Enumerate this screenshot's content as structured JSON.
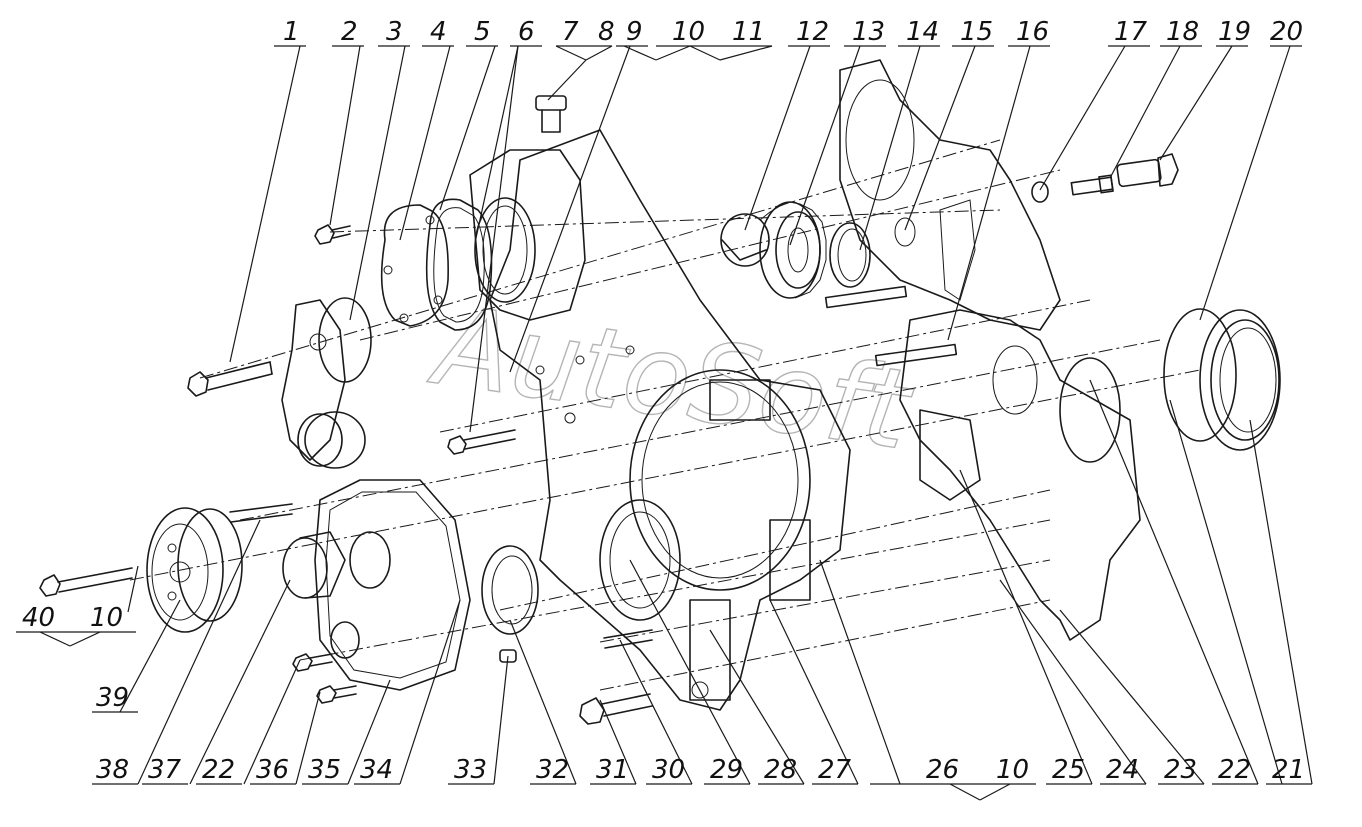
{
  "watermark": "AutoSoft",
  "callouts_top": [
    "1",
    "2",
    "3",
    "4",
    "5",
    "6",
    "7",
    "8",
    "9",
    "10",
    "11",
    "12",
    "13",
    "14",
    "15",
    "16",
    "17",
    "18",
    "19",
    "20"
  ],
  "callouts_bottom": [
    "39",
    "38",
    "37",
    "22",
    "36",
    "35",
    "34",
    "33",
    "32",
    "31",
    "30",
    "29",
    "28",
    "27",
    "26",
    "10",
    "25",
    "24",
    "23",
    "22",
    "21"
  ],
  "callout_left": [
    "40",
    "10"
  ],
  "colors": {
    "line": "#1a1a1a",
    "watermark": "#b5b5b5",
    "background": "#ffffff"
  }
}
